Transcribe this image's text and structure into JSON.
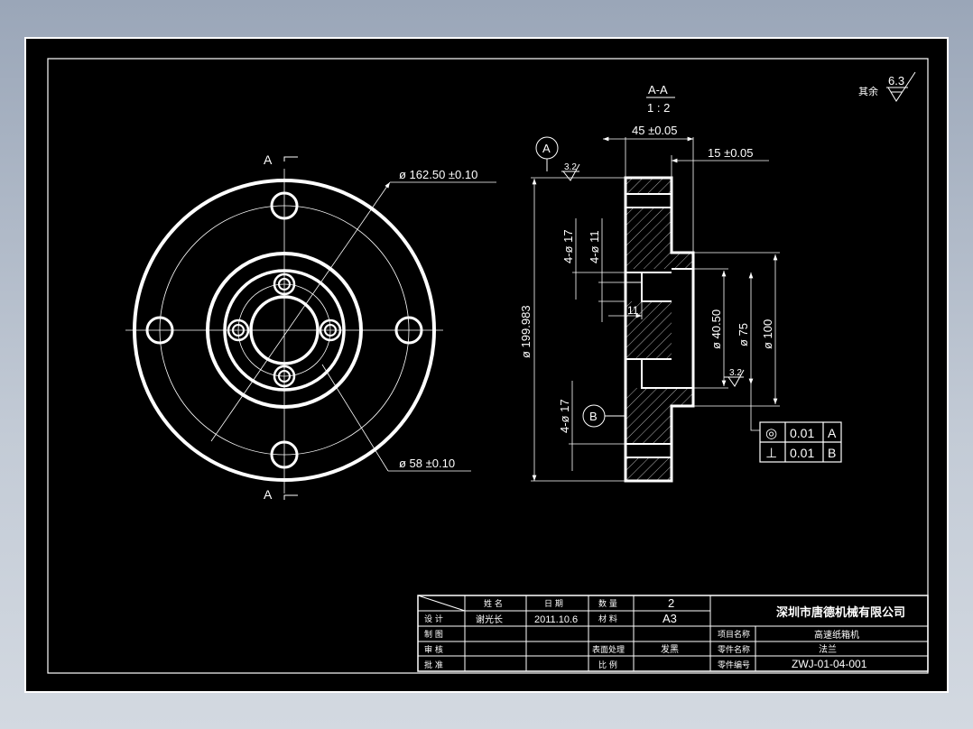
{
  "colors": {
    "background": "#000000",
    "lines": "#ffffff",
    "desktop": "#a6b1c1"
  },
  "front_view": {
    "section_mark_top": "A",
    "section_mark_bottom": "A",
    "dim_outer": "ø 162.50  ±0.10",
    "dim_inner": "ø 58 ±0.10"
  },
  "section_view": {
    "title": "A-A",
    "scale": "1 : 2",
    "datum_a": "A",
    "datum_b": "B",
    "dim_width": "45 ±0.05",
    "dim_step": "15 ±0.05",
    "dim_hole_17_top": "4-ø 17",
    "dim_hole_11": "4-ø 11",
    "dim_11": "11",
    "dim_hole_17_bottom": "4-ø 17",
    "dim_outer_dia": "ø 199.983",
    "dim_40": "ø 40.50",
    "dim_75": "ø 75",
    "dim_100": "ø 100",
    "roughness_1": "3.2",
    "roughness_2": "3.2"
  },
  "roughness_note": {
    "label": "其余",
    "value": "6.3"
  },
  "tolerance_frames": [
    {
      "symbol": "◎",
      "value": "0.01",
      "datum": "A"
    },
    {
      "symbol": "⊥",
      "value": "0.01",
      "datum": "B"
    }
  ],
  "title_block": {
    "col_name": "姓 名",
    "col_date": "日 期",
    "col_qty": "数 量",
    "qty": "2",
    "company": "深圳市唐德机械有限公司",
    "row_design": "设 计",
    "designer": "谢光长",
    "date": "2011.10.6",
    "col_material": "材 料",
    "sheet_size": "A3",
    "row_draw": "制 图",
    "project_label": "项目名称",
    "project": "高速纸箱机",
    "row_check": "审 核",
    "process_label": "表面处理",
    "process": "发黑",
    "part_label": "零件名称",
    "part_name": "法兰",
    "row_approve": "批 准",
    "scale_label": "比 例",
    "number_label": "零件编号",
    "part_number": "ZWJ-01-04-001"
  }
}
